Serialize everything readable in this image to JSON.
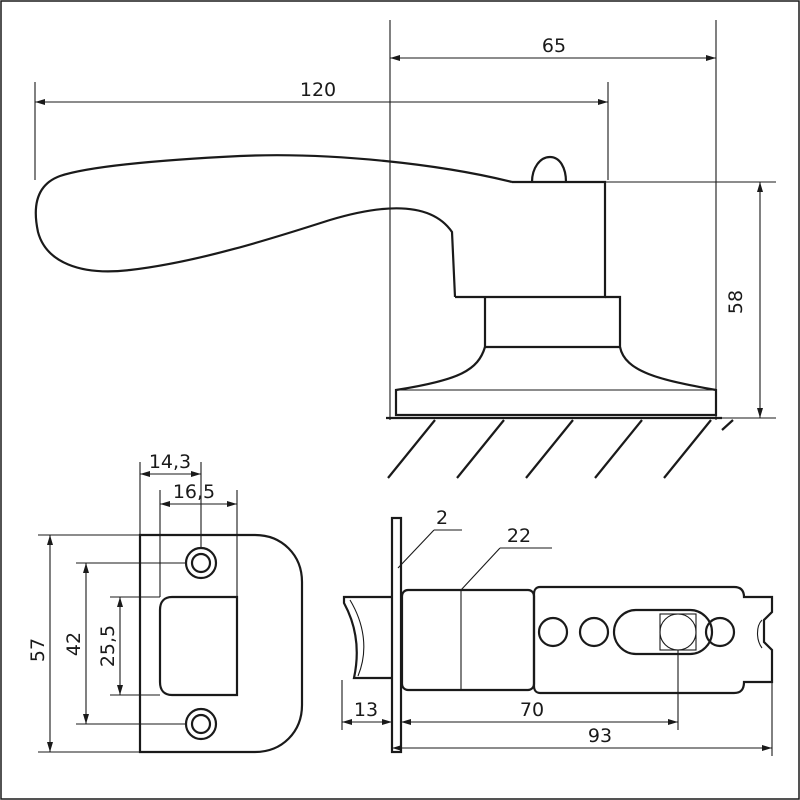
{
  "dimensions": {
    "handle": {
      "overall_length": "120",
      "rose_to_end": "65",
      "height": "58"
    },
    "strike_plate": {
      "hole_offset": "14,3",
      "opening_offset": "16,5",
      "plate_height": "57",
      "hole_spacing": "42",
      "opening_height": "25,5"
    },
    "latch": {
      "faceplate_thickness": "2",
      "body_size": "22",
      "bolt_projection": "13",
      "backset": "70",
      "body_length": "93"
    }
  }
}
